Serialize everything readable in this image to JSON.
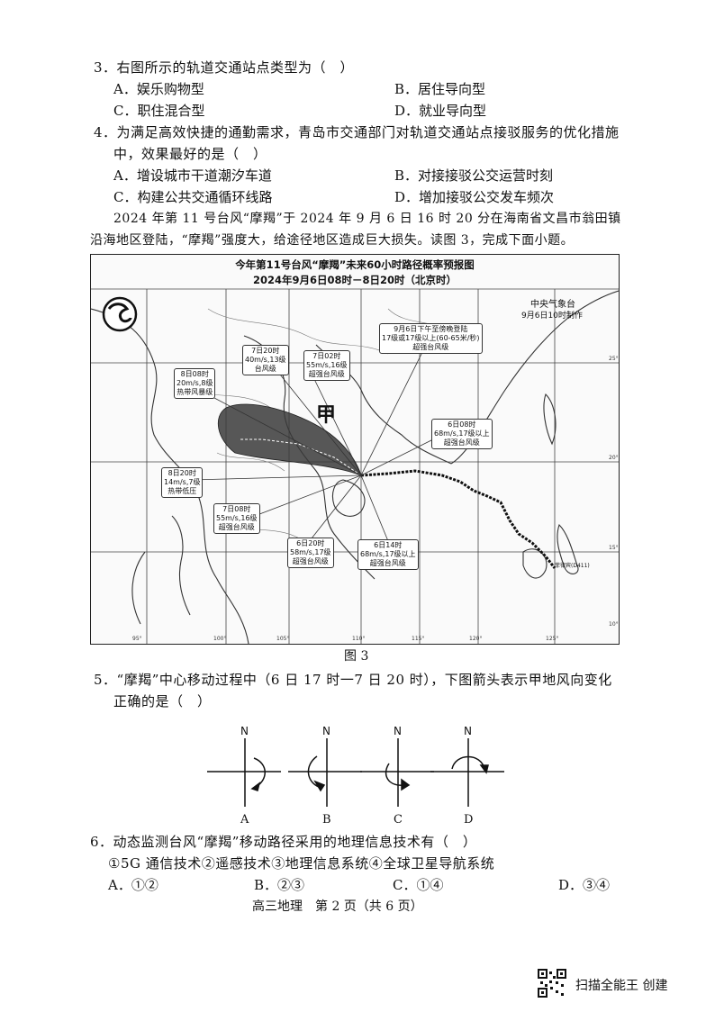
{
  "q3": {
    "stem": "3．右图所示的轨道交通站点类型为（　）",
    "a": "A．娱乐购物型",
    "b": "B．居住导向型",
    "c": "C．职住混合型",
    "d": "D．就业导向型"
  },
  "q4": {
    "stem1": "4．为满足高效快捷的通勤需求，青岛市交通部门对轨道交通站点接驳服务的优化措施",
    "stem2": "中，效果最好的是（　）",
    "a": "A．增设城市干道潮汐车道",
    "b": "B．对接接驳公交运营时刻",
    "c": "C．构建公共交通循环线路",
    "d": "D．增加接驳公交发车频次"
  },
  "intro": {
    "line1": "2024 年第 11 号台风“摩羯”于 2024 年 9 月 6 日 16 时 20 分在海南省文昌市翁田镇",
    "line2": "沿海地区登陆，“摩羯”强度大，给途径地区造成巨大损失。读图 3，完成下面小题。"
  },
  "map": {
    "title1": "今年第11号台风“摩羯”未来60小时路径概率预报图",
    "title2": "2024年9月6日08时－8日20时（北京时）",
    "agency": "中央气象台",
    "issued": "9月6日10时制作",
    "jia": "甲",
    "start_label": "菲律宾(D411)",
    "lon_labels": [
      "95°",
      "100°",
      "105°",
      "110°",
      "115°",
      "120°",
      "125°"
    ],
    "lat_labels": [
      "25°",
      "20°",
      "15°",
      "10°"
    ],
    "labels": {
      "l1": [
        "9月6日下午至傍晚登陆",
        "17级或17级以上(60-65米/秒)",
        "超强台风级"
      ],
      "l2": [
        "7日20时",
        "40m/s,13级",
        "台风级"
      ],
      "l3": [
        "7日02时",
        "55m/s,16级",
        "超强台风级"
      ],
      "l4": [
        "8日08时",
        "20m/s,8级",
        "热带风暴级"
      ],
      "l5": [
        "6日08时",
        "68m/s,17级以上",
        "超强台风级"
      ],
      "l6": [
        "8日20时",
        "14m/s,7级",
        "热带低压"
      ],
      "l7": [
        "7日08时",
        "55m/s,16级",
        "超强台风级"
      ],
      "l8": [
        "6日20时",
        "58m/s,17级",
        "超强台风级"
      ],
      "l9": [
        "6日14时",
        "68m/s,17级以上",
        "超强台风级"
      ]
    },
    "caption": "图 3"
  },
  "q5": {
    "stem1": "5．“摩羯”中心移动过程中（6 日 17 时一7 日 20 时），下图箭头表示甲地风向变化",
    "stem2": "正确的是（　）",
    "north": "N",
    "a": "A",
    "b": "B",
    "c": "C",
    "d": "D"
  },
  "q6": {
    "stem": "6．动态监测台风“摩羯”移动路径采用的地理信息技术有（　）",
    "items": "①5G 通信技术②遥感技术③地理信息系统④全球卫星导航系统",
    "a": "A．①②",
    "b": "B．②③",
    "c": "C．①④",
    "d": "D．③④"
  },
  "footer": {
    "page": "高三地理　第 2 页（共 6 页）",
    "scanner": "扫描全能王 创建"
  }
}
